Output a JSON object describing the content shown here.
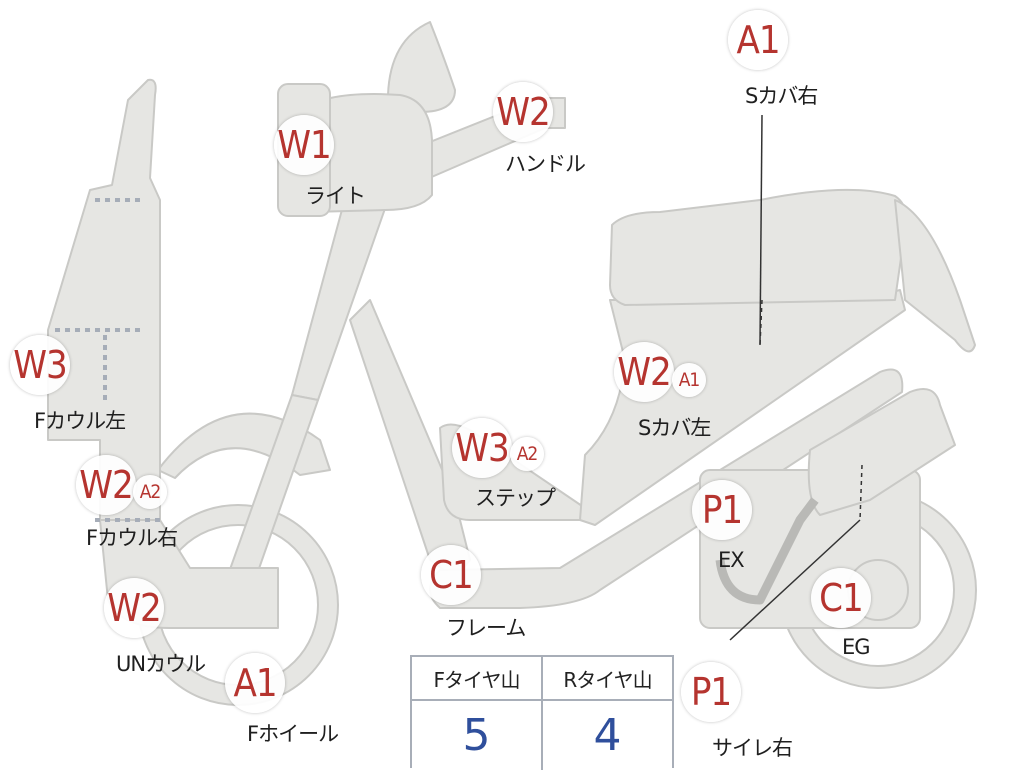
{
  "parts": [
    {
      "id": "light",
      "label": "ライト",
      "markers": [
        "W1"
      ]
    },
    {
      "id": "handle",
      "label": "ハンドル",
      "markers": [
        "W2"
      ]
    },
    {
      "id": "scover_right",
      "label": "Sカバ右",
      "markers": [
        "A1"
      ]
    },
    {
      "id": "fcowl_left",
      "label": "Fカウル左",
      "markers": [
        "W3"
      ]
    },
    {
      "id": "scover_left",
      "label": "Sカバ左",
      "markers": [
        "W2",
        "A1"
      ]
    },
    {
      "id": "step",
      "label": "ステップ",
      "markers": [
        "W3",
        "A2"
      ]
    },
    {
      "id": "fcowl_right",
      "label": "Fカウル右",
      "markers": [
        "W2",
        "A2"
      ]
    },
    {
      "id": "ex",
      "label": "EX",
      "markers": [
        "P1"
      ]
    },
    {
      "id": "frame",
      "label": "フレーム",
      "markers": [
        "C1"
      ]
    },
    {
      "id": "eg",
      "label": "EG",
      "markers": [
        "C1"
      ]
    },
    {
      "id": "un_cowl",
      "label": "UNカウル",
      "markers": [
        "W2"
      ]
    },
    {
      "id": "fwheel",
      "label": "Fホイール",
      "markers": [
        "A1"
      ]
    },
    {
      "id": "muffler_right",
      "label": "サイレ右",
      "markers": [
        "P1"
      ]
    }
  ],
  "tread_table": {
    "headers": [
      "Fタイヤ山",
      "Rタイヤ山"
    ],
    "values": [
      "5",
      "4"
    ]
  },
  "colors": {
    "body_fill": "#e6e6e3",
    "outline": "#c9c9c6",
    "dotted": "#a6adb8",
    "marker_text": "#b5342f",
    "value_text": "#2f4f9c",
    "table_border": "#a8aeb8"
  }
}
